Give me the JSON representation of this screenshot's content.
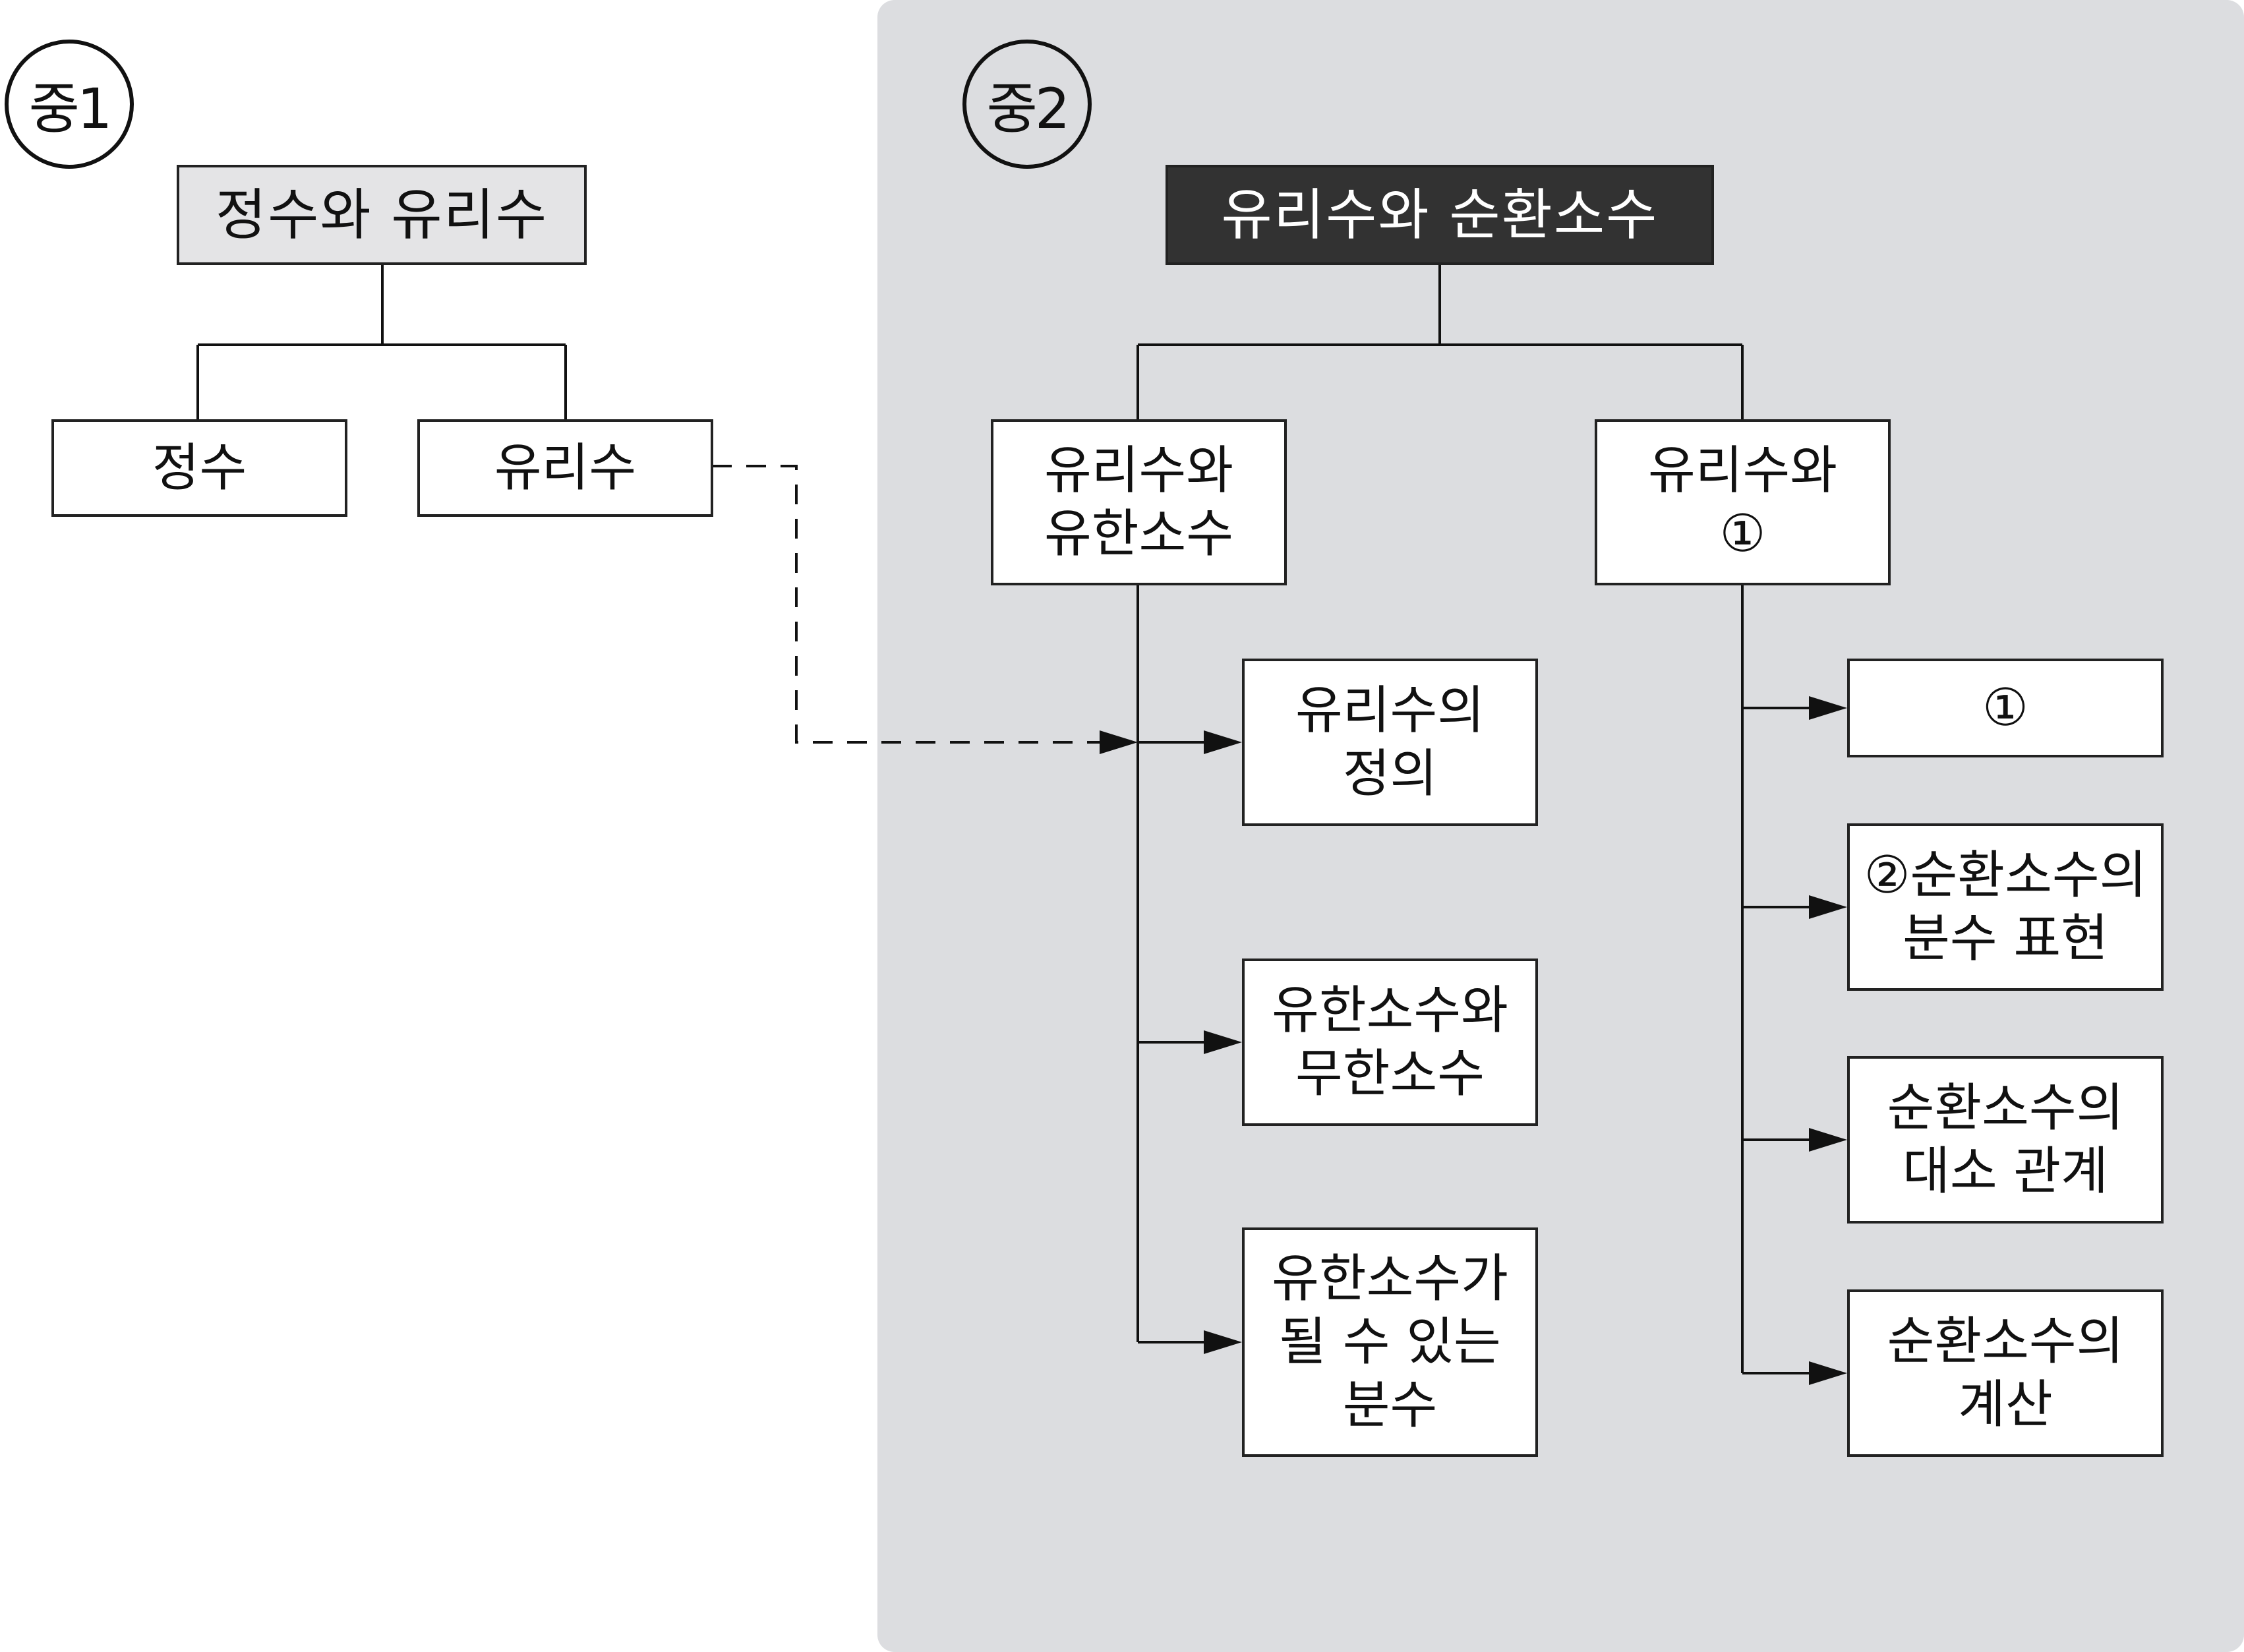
{
  "grade1": {
    "label": "중1"
  },
  "grade2": {
    "label": "중2"
  },
  "g1": {
    "title": "정수와 유리수",
    "children": [
      "정수",
      "유리수"
    ]
  },
  "g2": {
    "title": "유리수와 순환소수",
    "branch_left": "유리수와\n유한소수",
    "branch_right": "유리수와\n①",
    "left_items": [
      "유리수의\n정의",
      "유한소수와\n무한소수",
      "유한소수가\n될 수 있는\n분수"
    ],
    "right_items": [
      "①",
      "②순환소수의\n분수 표현",
      "순환소수의\n대소 관계",
      "순환소수의\n계산"
    ]
  },
  "colors": {
    "panel_bg": "#dcdde0",
    "dark_box": "#323232",
    "grey_box": "#e4e4e6",
    "line": "#111111"
  }
}
